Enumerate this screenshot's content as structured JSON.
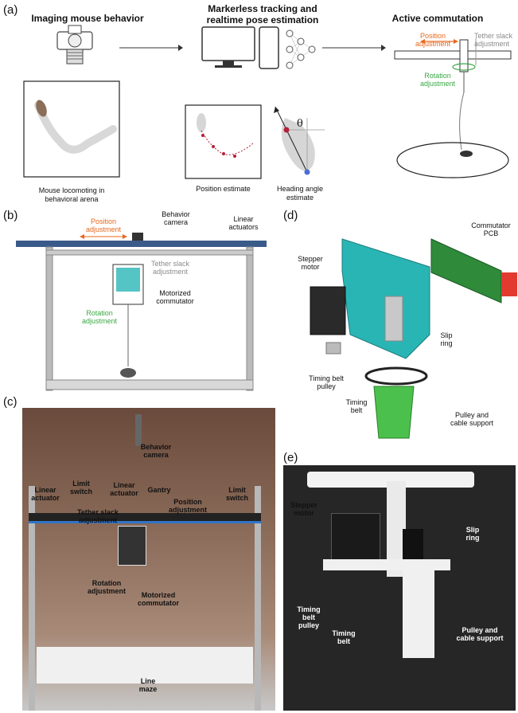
{
  "panel_a": {
    "label": "(a)",
    "titles": {
      "imaging": "Imaging mouse behavior",
      "tracking_line1": "Markerless tracking and",
      "tracking_line2": "realtime pose estimation",
      "commutation": "Active commutation"
    },
    "captions": {
      "mouse_line1": "Mouse locomoting in",
      "mouse_line2": "behavioral arena",
      "position_estimate": "Position estimate",
      "heading_line1": "Heading angle",
      "heading_line2": "estimate"
    },
    "commutation_labels": {
      "position_line1": "Position",
      "position_line2": "adjustment",
      "tether_line1": "Tether slack",
      "tether_line2": "adjustment",
      "rotation_line1": "Rotation",
      "rotation_line2": "adjustment"
    },
    "theta": "θ"
  },
  "panel_b": {
    "label": "(b)",
    "position_line1": "Position",
    "position_line2": "adjustment",
    "camera_line1": "Behavior",
    "camera_line2": "camera",
    "actuators_line1": "Linear",
    "actuators_line2": "actuators",
    "tether_line1": "Tether slack",
    "tether_line2": "adjustment",
    "commutator_line1": "Motorized",
    "commutator_line2": "commutator",
    "rotation_line1": "Rotation",
    "rotation_line2": "adjustment"
  },
  "panel_c": {
    "label": "(c)",
    "camera_line1": "Behavior",
    "camera_line2": "camera",
    "linear_actuator_left_line1": "Linear",
    "linear_actuator_left_line2": "actuator",
    "limit_switch_left_line1": "Limit",
    "limit_switch_left_line2": "switch",
    "linear_actuator_mid_line1": "Linear",
    "linear_actuator_mid_line2": "actuator",
    "gantry": "Gantry",
    "position_line1": "Position",
    "position_line2": "adjustment",
    "limit_switch_right_line1": "Limit",
    "limit_switch_right_line2": "switch",
    "tether_line1": "Tether slack",
    "tether_line2": "adjustment",
    "rotation_line1": "Rotation",
    "rotation_line2": "adjustment",
    "commutator_line1": "Motorized",
    "commutator_line2": "commutator",
    "maze_line1": "Line",
    "maze_line2": "maze"
  },
  "panel_d": {
    "label": "(d)",
    "pcb_line1": "Commutator",
    "pcb_line2": "PCB",
    "stepper_line1": "Stepper",
    "stepper_line2": "motor",
    "slip_line1": "Slip",
    "slip_line2": "ring",
    "pulley_line1": "Timing belt",
    "pulley_line2": "pulley",
    "belt_line1": "Timing",
    "belt_line2": "belt",
    "support_line1": "Pulley and",
    "support_line2": "cable support"
  },
  "panel_e": {
    "label": "(e)",
    "stepper_line1": "Stepper",
    "stepper_line2": "motor",
    "slip_line1": "Slip",
    "slip_line2": "ring",
    "pulley_line1": "Timing",
    "pulley_line2": "belt",
    "pulley_line3": "pulley",
    "belt_line1": "Timing",
    "belt_line2": "belt",
    "support_line1": "Pulley and",
    "support_line2": "cable support"
  },
  "colors": {
    "orange": "#e8681e",
    "green": "#39a845",
    "gray": "#8a8a8a",
    "teal": "#2ab5b5",
    "red": "#e23a2f",
    "yellow": "#ffe600"
  }
}
